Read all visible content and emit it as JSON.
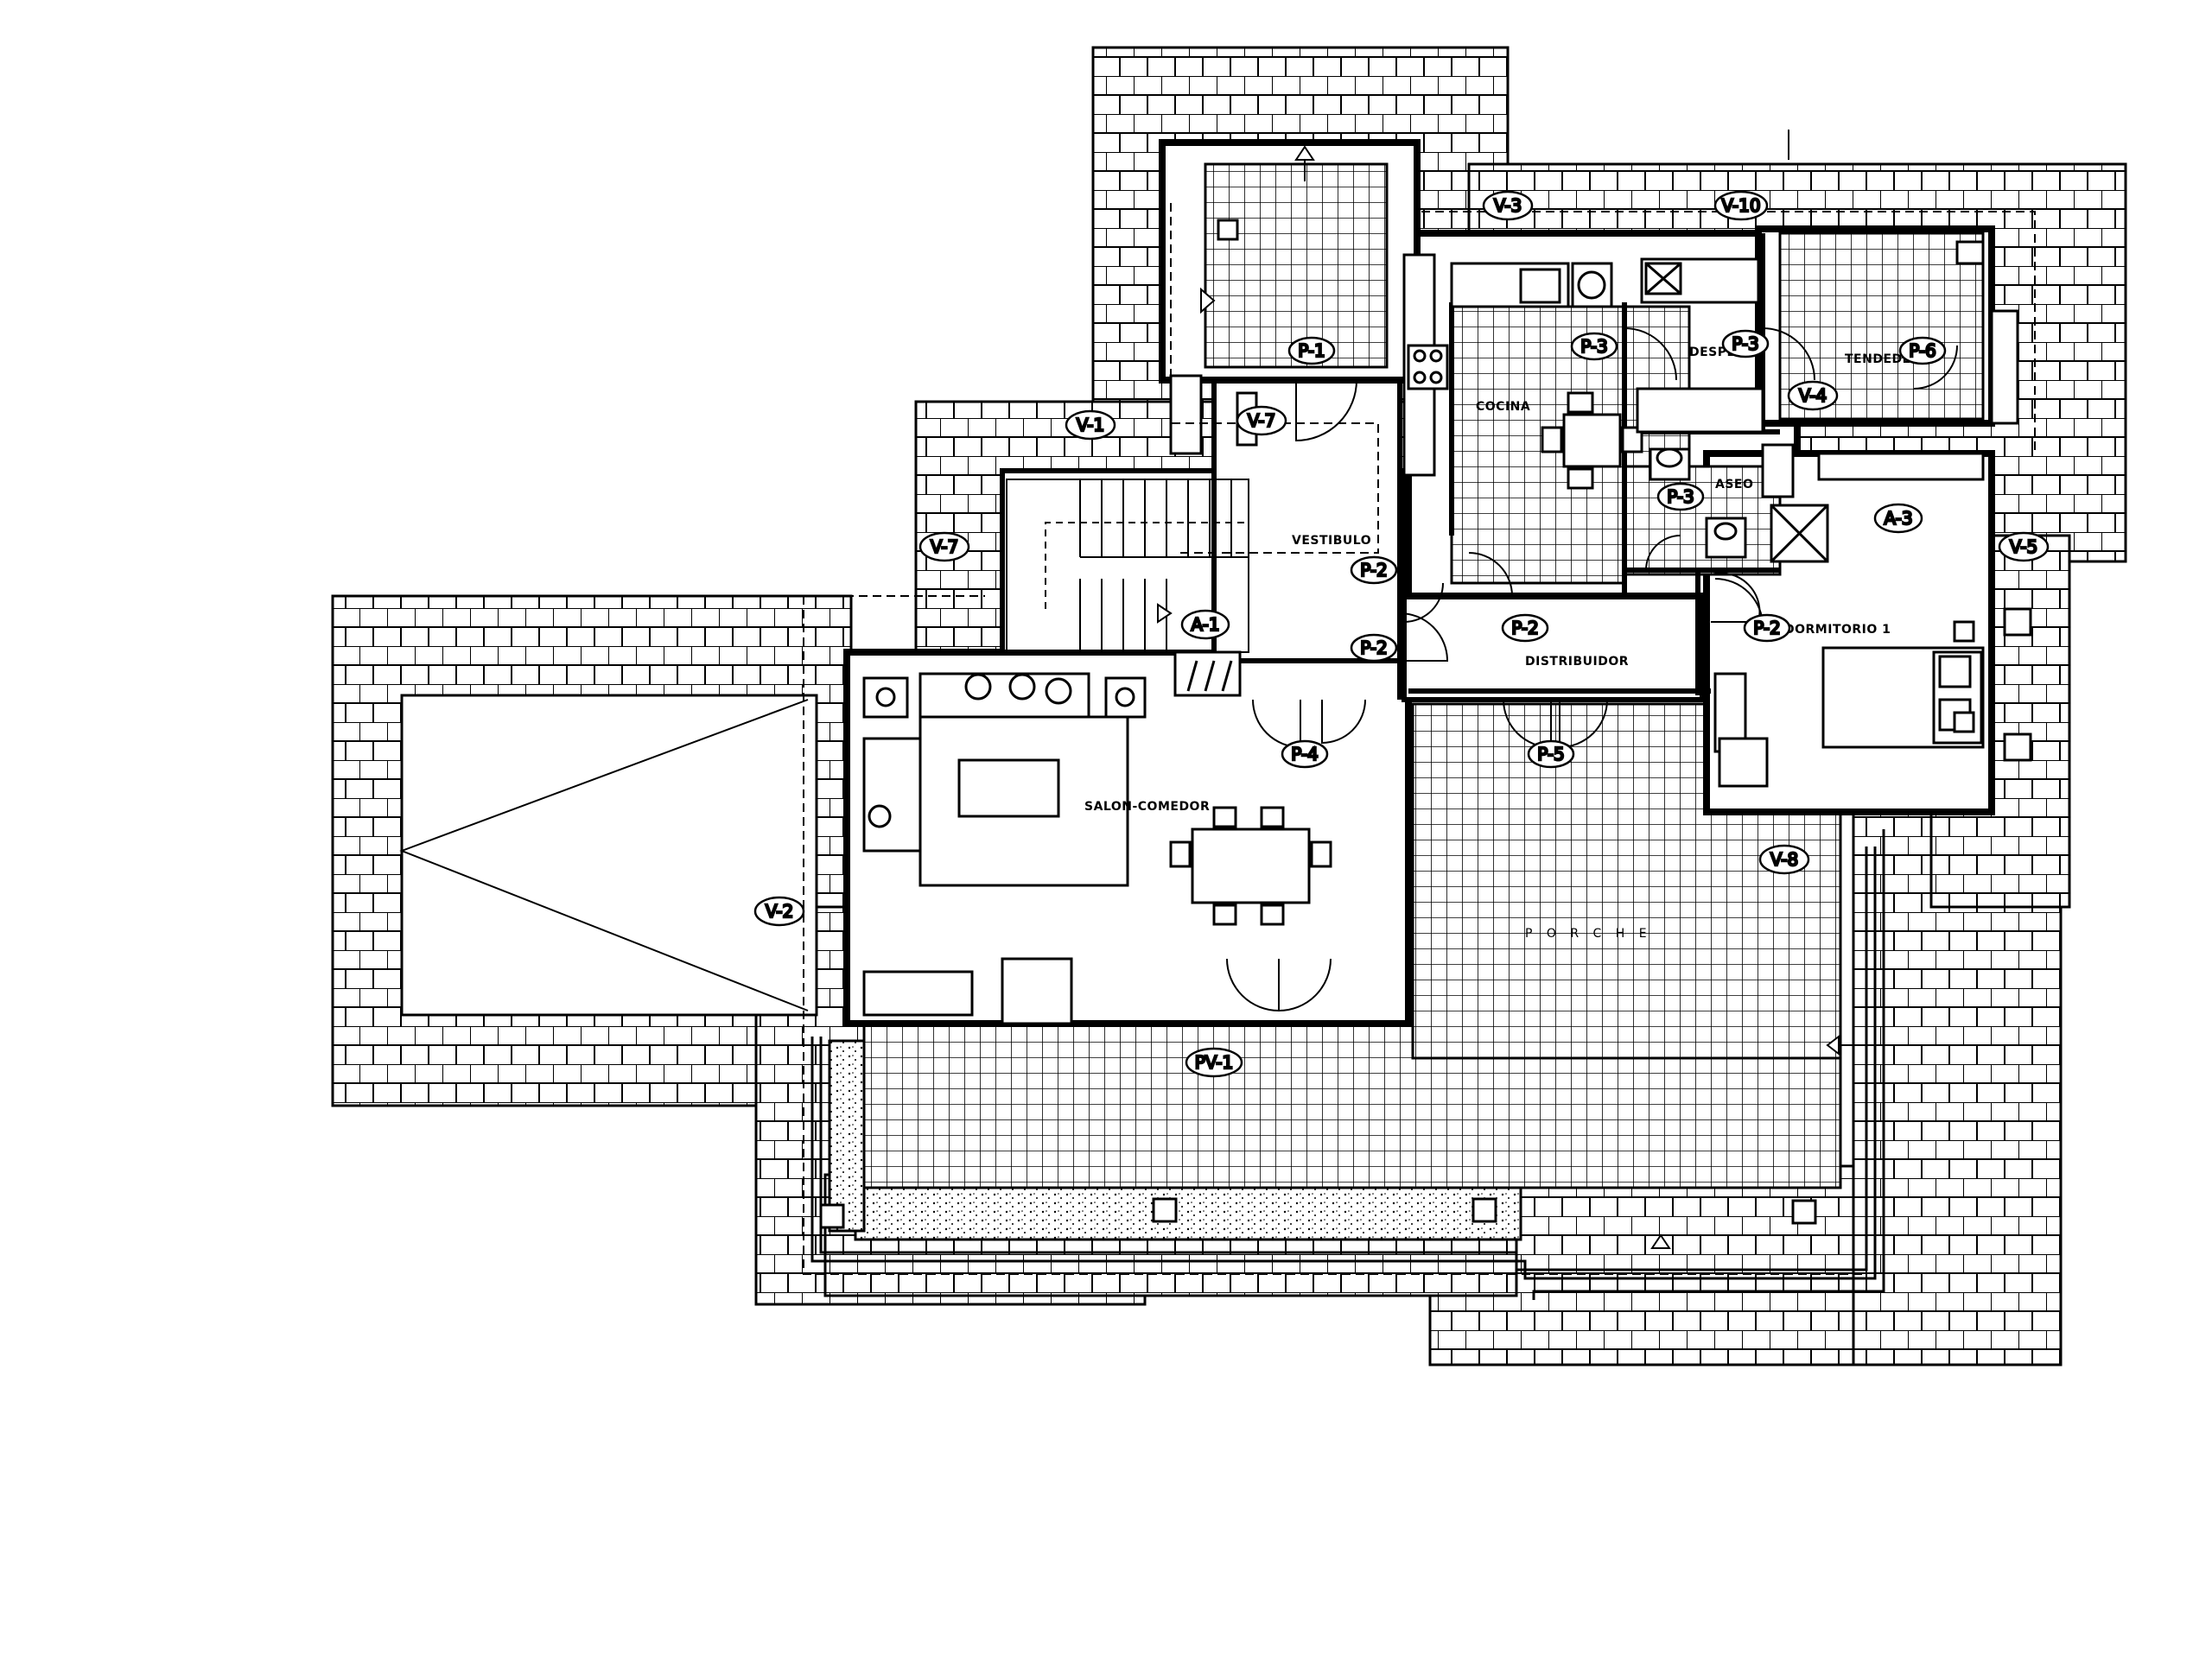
{
  "rooms": {
    "vestibulo": "VESTIBULO",
    "cocina": "COCINA",
    "despensa": "DESPENSA",
    "tendedero": "TENDEDERO",
    "aseo": "ASEO",
    "distribuidor": "DISTRIBUIDOR",
    "dormitorio": "DORMITORIO 1",
    "salon": "SALON-COMEDOR",
    "porche": "P O R C H E"
  },
  "window_tags": {
    "v1": "V-1",
    "v2": "V-2",
    "v3": "V-3",
    "v4": "V-4",
    "v5": "V-5",
    "v7a": "V-7",
    "v7b": "V-7",
    "v8": "V-8",
    "v10": "V-10"
  },
  "door_tags": {
    "p1": "P-1",
    "p2a": "P-2",
    "p2b": "P-2",
    "p2c": "P-2",
    "p2d": "P-2",
    "p3a": "P-3",
    "p3b": "P-3",
    "p3c": "P-3",
    "p4": "P-4",
    "p5": "P-5",
    "p6": "P-6"
  },
  "other_tags": {
    "a1": "A-1",
    "a3": "A-3",
    "pv1": "PV-1"
  },
  "colors": {
    "ink": "#000000",
    "paper": "#ffffff"
  }
}
